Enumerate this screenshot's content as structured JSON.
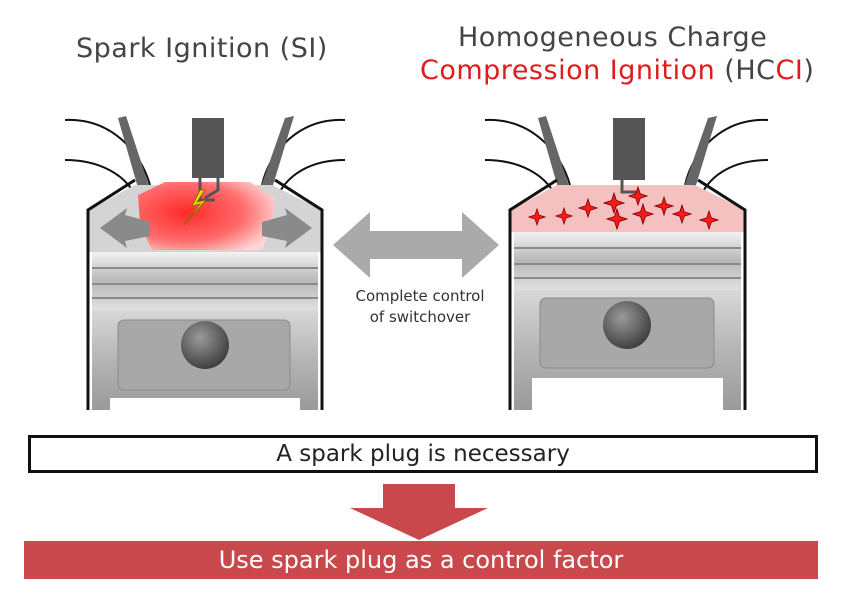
{
  "si": {
    "title": "Spark Ignition (SI)"
  },
  "hcci": {
    "title_line1": "Homogeneous Charge",
    "title_line2_red": "Compression Ignition",
    "title_line2_open": " (HC",
    "title_line2_ci": "CI",
    "title_line2_close": ")"
  },
  "switchover": {
    "line1": "Complete control",
    "line2": "of switchover"
  },
  "spark_box": {
    "text": "A spark plug is necessary"
  },
  "control_bar": {
    "text": "Use spark plug as a control factor"
  },
  "colors": {
    "accent_red": "#e01b1b",
    "bar_red": "#c9484b",
    "arrow_gray": "#aaaaaa"
  },
  "icons": [
    "lightning-icon",
    "star-icon",
    "double-arrow-icon",
    "down-arrow-icon"
  ]
}
